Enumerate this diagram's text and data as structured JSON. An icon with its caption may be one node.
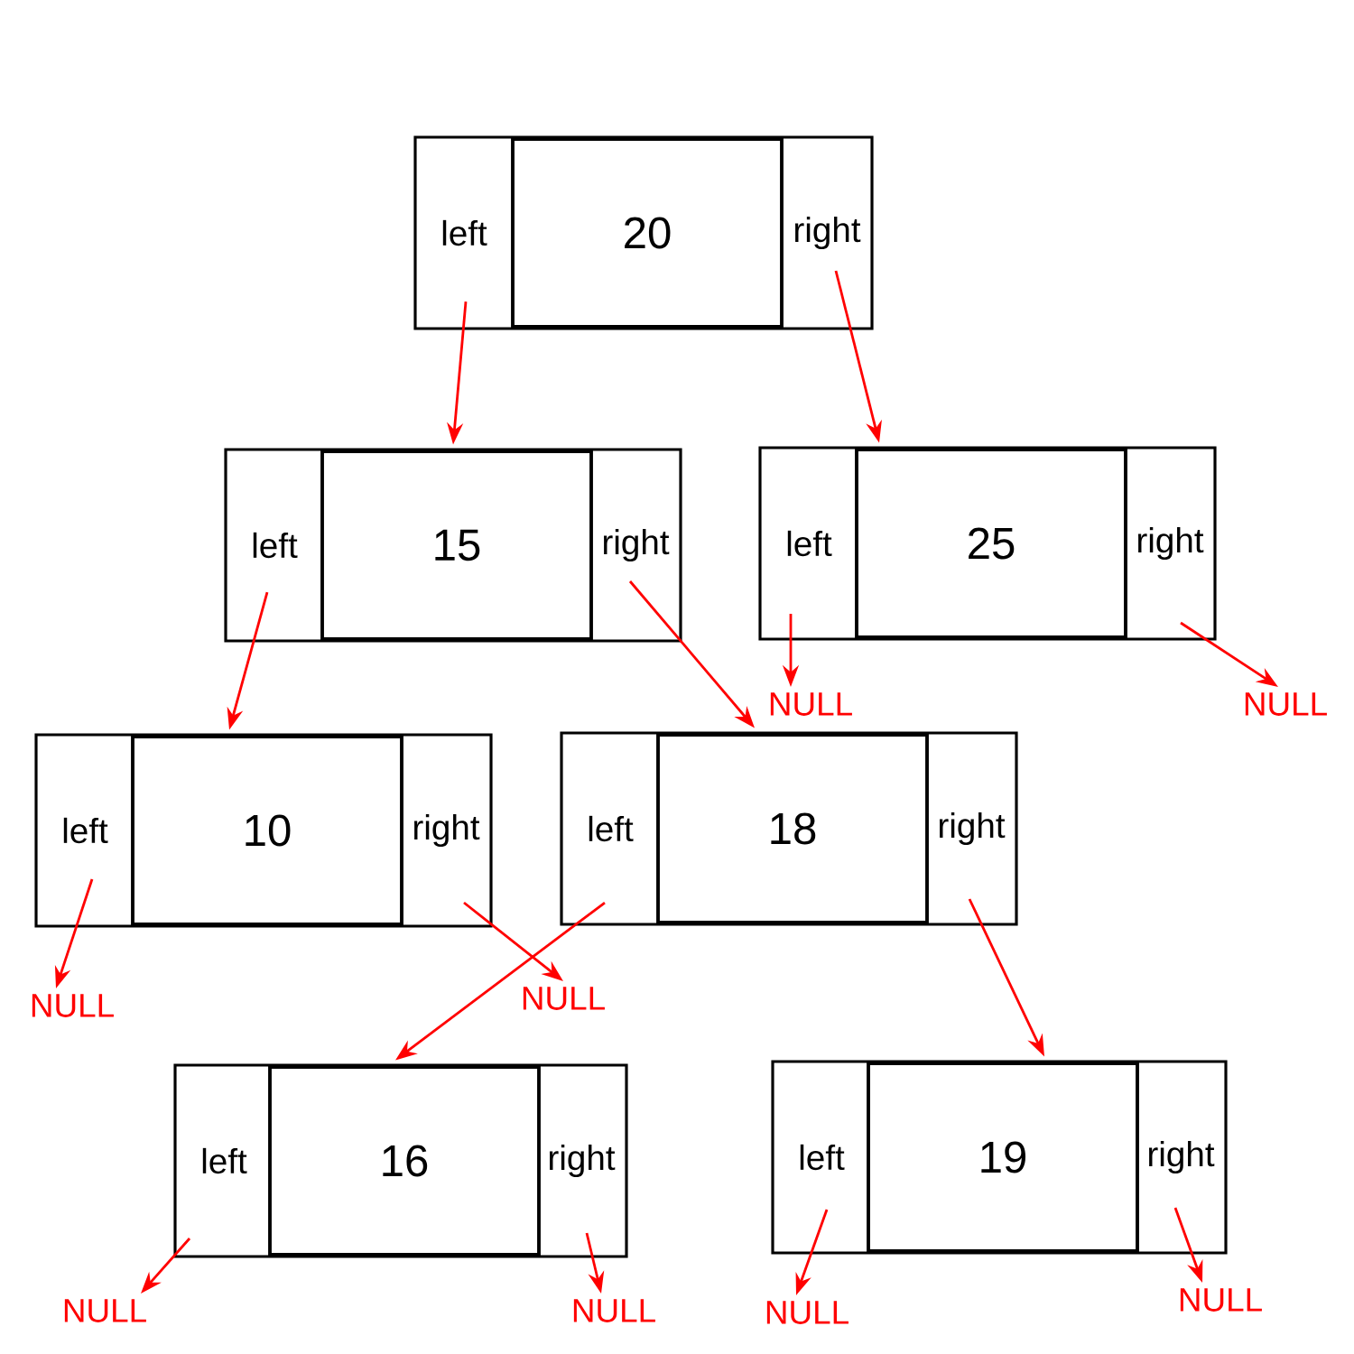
{
  "diagram": {
    "nodes": [
      {
        "text": [],
        "shape": "box"
      },
      {
        "text": [
          "left"
        ],
        "in": 0
      },
      {
        "text": [
          "20"
        ],
        "in": 0
      },
      {
        "text": [
          "right"
        ],
        "in": 0
      },
      {
        "text": [],
        "shape": "box"
      },
      {
        "text": [
          "left"
        ],
        "in": 4
      },
      {
        "text": [
          "15"
        ],
        "in": 4
      },
      {
        "text": [
          "right"
        ],
        "in": 4
      },
      {
        "text": [],
        "shape": "box"
      },
      {
        "text": [
          "left"
        ],
        "in": 8
      },
      {
        "text": [
          "25"
        ],
        "in": 8
      },
      {
        "text": [
          "right"
        ],
        "in": 8
      },
      {
        "text": [],
        "shape": "box"
      },
      {
        "text": [
          "left"
        ],
        "in": 12
      },
      {
        "text": [
          "10"
        ],
        "in": 12
      },
      {
        "text": [
          "right"
        ],
        "in": 12
      },
      {
        "text": [],
        "shape": "box"
      },
      {
        "text": [
          "left"
        ],
        "in": 16
      },
      {
        "text": [
          "18"
        ],
        "in": 16
      },
      {
        "text": [
          "right"
        ],
        "in": 16
      },
      {
        "text": [],
        "shape": "box"
      },
      {
        "text": [
          "left"
        ],
        "in": 20
      },
      {
        "text": [
          "16"
        ],
        "in": 20
      },
      {
        "text": [
          "right"
        ],
        "in": 20
      },
      {
        "text": [],
        "shape": "box"
      },
      {
        "text": [
          "left"
        ],
        "in": 24
      },
      {
        "text": [
          "19"
        ],
        "in": 24
      },
      {
        "text": [
          "right"
        ],
        "in": 24
      },
      {
        "text": [
          "NULL"
        ]
      },
      {
        "text": [
          "NULL"
        ]
      },
      {
        "text": [
          "NULL"
        ]
      },
      {
        "text": [
          "NULL"
        ]
      },
      {
        "text": [
          "NULL"
        ]
      },
      {
        "text": [
          "NULL"
        ]
      },
      {
        "text": [
          "NULL"
        ]
      },
      {
        "text": [
          "NULL"
        ]
      }
    ],
    "edges": [
      {
        "from": 1,
        "to": 4,
        "arrow": "to"
      },
      {
        "from": 3,
        "to": 8,
        "arrow": "to"
      },
      {
        "from": 5,
        "to": 12,
        "arrow": "to"
      },
      {
        "from": 7,
        "to": 16,
        "arrow": "to"
      },
      {
        "from": 9,
        "to": 28,
        "arrow": "to"
      },
      {
        "from": 11,
        "to": 29,
        "arrow": "to"
      },
      {
        "from": 13,
        "to": 30,
        "arrow": "to"
      },
      {
        "from": 15,
        "to": 31,
        "arrow": "to"
      },
      {
        "from": 17,
        "to": 20,
        "arrow": "to"
      },
      {
        "from": 19,
        "to": 24,
        "arrow": "to"
      },
      {
        "from": 21,
        "to": 32,
        "arrow": "to"
      },
      {
        "from": 23,
        "to": 33,
        "arrow": "to"
      },
      {
        "from": 25,
        "to": 34,
        "arrow": "to"
      },
      {
        "from": 27,
        "to": 35,
        "arrow": "to"
      }
    ]
  }
}
